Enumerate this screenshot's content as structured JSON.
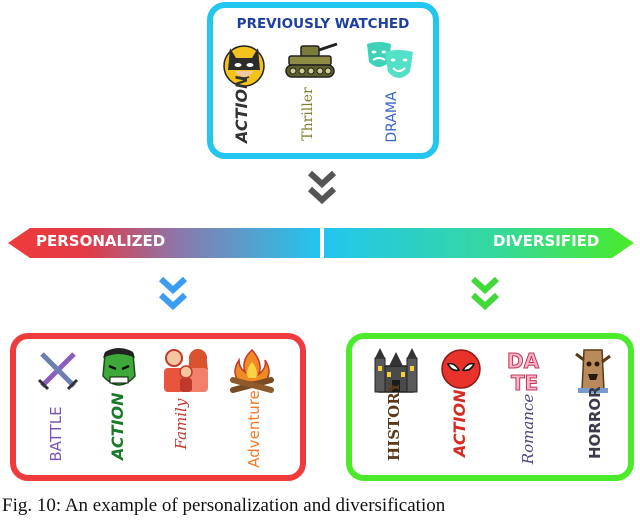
{
  "previously_watched": {
    "title": "PREVIOUSLY WATCHED",
    "items": [
      {
        "label": "ACTION",
        "icon": "batman-icon"
      },
      {
        "label": "Thriller",
        "icon": "tank-icon"
      },
      {
        "label": "DRAMA",
        "icon": "theater-masks-icon"
      }
    ]
  },
  "spectrum": {
    "left_label": "PERSONALIZED",
    "right_label": "DIVERSIFIED",
    "colors": {
      "red": "#ef3b3b",
      "cyan": "#22c6ee",
      "green": "#4bea2a"
    }
  },
  "personalized": {
    "items": [
      {
        "label": "BATTLE",
        "icon": "crossed-swords-icon"
      },
      {
        "label": "ACTION",
        "icon": "hulk-icon"
      },
      {
        "label": "Family",
        "icon": "family-icon"
      },
      {
        "label": "Adventure",
        "icon": "campfire-icon"
      }
    ]
  },
  "diversified": {
    "items": [
      {
        "label": "HISTORY",
        "icon": "castle-icon"
      },
      {
        "label": "ACTION",
        "icon": "spiderman-icon"
      },
      {
        "label": "Romance",
        "icon": "date-icon"
      },
      {
        "label": "HORROR",
        "icon": "tree-monster-icon"
      }
    ]
  },
  "caption": "Fig. 10: An example of personalization and diversification"
}
